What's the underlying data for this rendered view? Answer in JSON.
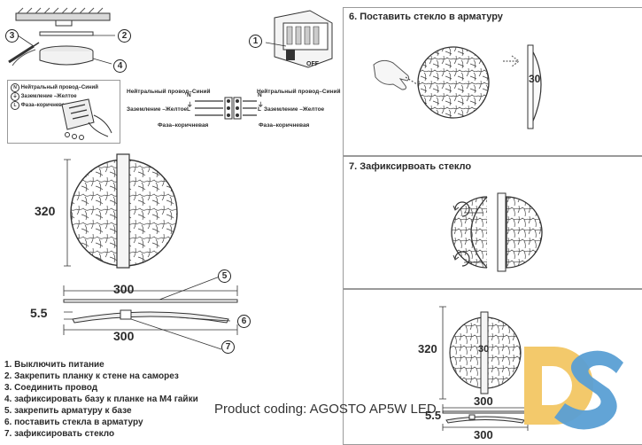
{
  "wiring": {
    "legend": [
      {
        "symbol": "N",
        "text": "Нейтральный провод–Синий"
      },
      {
        "symbol": "⏚",
        "text": "Заземление –Желтое"
      },
      {
        "symbol": "L",
        "text": "Фаза–коричневая"
      }
    ],
    "left_labels": {
      "neutral": "Нейтральный провод–Синий",
      "ground": "Заземление –Желтое",
      "phase": "Фаза–коричневая"
    },
    "right_labels": {
      "neutral": "Нейтральный провод–Синий",
      "ground": "Заземление –Желтое",
      "phase": "Фаза–коричневая"
    },
    "terminal_letters": [
      "N",
      "⏚",
      "L"
    ],
    "switch_off": "OFF"
  },
  "callouts": {
    "c1": "1",
    "c2": "2",
    "c3": "3",
    "c4": "4",
    "c5": "5",
    "c6": "6",
    "c7": "7"
  },
  "dims_left": {
    "height": "320",
    "width_front": "300",
    "depth": "5.5",
    "width_side": "300"
  },
  "panels": {
    "p6": {
      "title": "6. Поставить стекло в арматуру",
      "label": "30"
    },
    "p7": {
      "title": "7. Зафиксирвоать стекло"
    },
    "p8": {
      "height": "320",
      "label": "30",
      "width_top": "300",
      "depth": "5.5",
      "width_bottom": "300"
    }
  },
  "steps": [
    "1. Выключить питание",
    "2. Закрепить планку к стене на саморез",
    "3. Соединить провод",
    "4. зафиксировать базу к планке на M4 гайки",
    "5. закрепить арматуру к базе",
    "6. поставить стекла в арматуру",
    "7. зафиксировать стекло"
  ],
  "footer": "Product coding: AGOSTO AP5W LED",
  "logo": {
    "text": "DS",
    "colors": {
      "d": "#f3c96b",
      "s": "#5a9fd4"
    }
  }
}
